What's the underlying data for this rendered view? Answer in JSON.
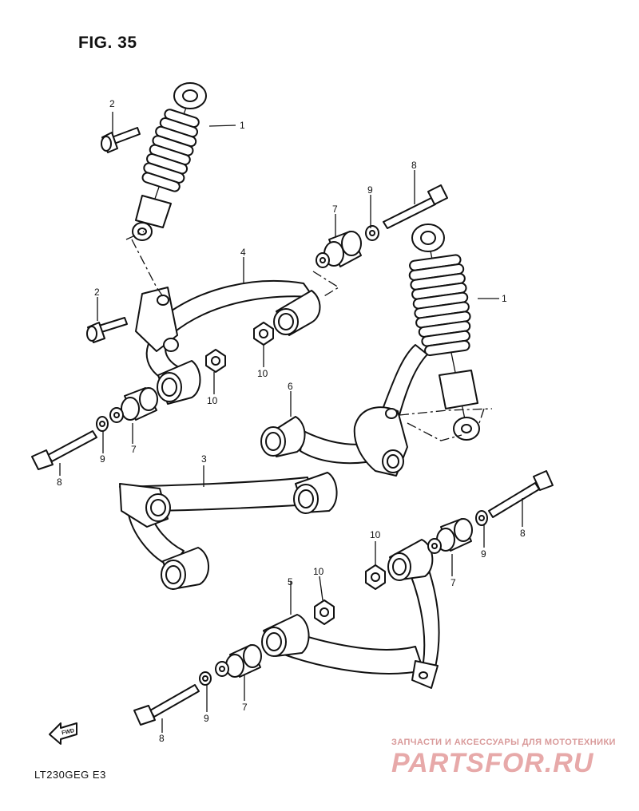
{
  "figure": {
    "title": "FIG. 35",
    "model_code": "LT230GEG  E3",
    "fwd_label": "FWD"
  },
  "watermark": {
    "line1": "ЗАПЧАСТИ И АКСЕССУАРЫ ДЛЯ МОТОТЕХНИКИ",
    "brand": "PARTSFOR.RU"
  },
  "callouts": [
    {
      "id": "c1a",
      "label": "1"
    },
    {
      "id": "c1b",
      "label": "1"
    },
    {
      "id": "c2a",
      "label": "2"
    },
    {
      "id": "c2b",
      "label": "2"
    },
    {
      "id": "c3",
      "label": "3"
    },
    {
      "id": "c4",
      "label": "4"
    },
    {
      "id": "c5",
      "label": "5"
    },
    {
      "id": "c6",
      "label": "6"
    },
    {
      "id": "c7a",
      "label": "7"
    },
    {
      "id": "c7b",
      "label": "7"
    },
    {
      "id": "c7c",
      "label": "7"
    },
    {
      "id": "c7d",
      "label": "7"
    },
    {
      "id": "c8a",
      "label": "8"
    },
    {
      "id": "c8b",
      "label": "8"
    },
    {
      "id": "c8c",
      "label": "8"
    },
    {
      "id": "c8d",
      "label": "8"
    },
    {
      "id": "c9a",
      "label": "9"
    },
    {
      "id": "c9b",
      "label": "9"
    },
    {
      "id": "c9c",
      "label": "9"
    },
    {
      "id": "c9d",
      "label": "9"
    },
    {
      "id": "c10a",
      "label": "10"
    },
    {
      "id": "c10b",
      "label": "10"
    },
    {
      "id": "c10c",
      "label": "10"
    },
    {
      "id": "c10d",
      "label": "10"
    }
  ],
  "colors": {
    "line": "#111111",
    "watermark": "#e7a9a9"
  }
}
